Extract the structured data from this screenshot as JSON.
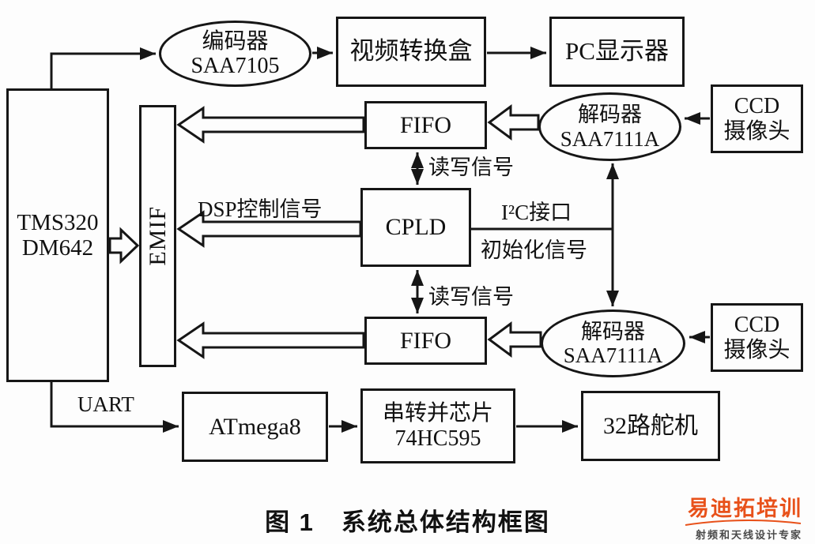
{
  "figure": {
    "caption_fig": "图 1",
    "caption_title": "系统总体结构框图"
  },
  "nodes": {
    "tms320": {
      "line1": "TMS320",
      "line2": "DM642"
    },
    "emif": {
      "label": "EMIF"
    },
    "encoder": {
      "line1": "编码器",
      "line2": "SAA7105"
    },
    "video_converter": {
      "label": "视频转换盒"
    },
    "pc_display": {
      "label": "PC显示器"
    },
    "fifo_top": {
      "label": "FIFO"
    },
    "decoder_top": {
      "line1": "解码器",
      "line2": "SAA7111A"
    },
    "ccd_top": {
      "line1": "CCD",
      "line2": "摄像头"
    },
    "cpld": {
      "label": "CPLD"
    },
    "fifo_bottom": {
      "label": "FIFO"
    },
    "decoder_bottom": {
      "line1": "解码器",
      "line2": "SAA7111A"
    },
    "ccd_bottom": {
      "line1": "CCD",
      "line2": "摄像头"
    },
    "atmega8": {
      "label": "ATmega8"
    },
    "serial_to_parallel": {
      "line1": "串转并芯片",
      "line2": "74HC595"
    },
    "servo": {
      "label": "32路舵机"
    }
  },
  "edge_labels": {
    "rw_top": "读写信号",
    "rw_bottom": "读写信号",
    "dsp_control": "DSP控制信号",
    "i2c": "I²C接口",
    "init": "初始化信号",
    "uart": "UART"
  },
  "watermark": {
    "brand": "易迪拓培训",
    "tagline": "射频和天线设计专家",
    "brand_color": "#e8511a",
    "tagline_color": "#4a4a4a"
  }
}
